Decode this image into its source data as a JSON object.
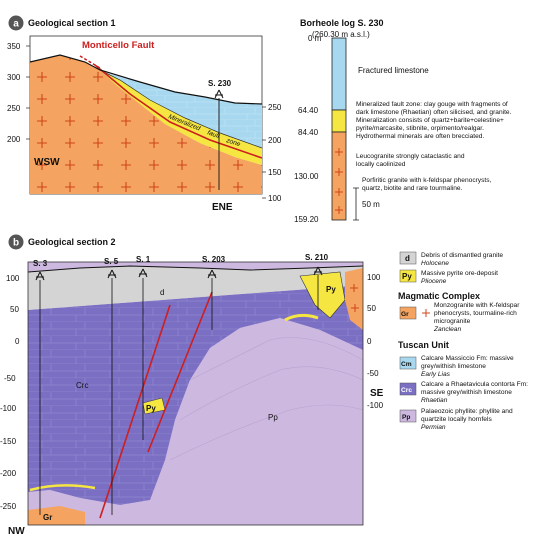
{
  "section_a": {
    "badge": "a",
    "title": "Geological section 1",
    "fault_label": "Monticello Fault",
    "zone_label_1": "Mineralized",
    "zone_label_2": "fault",
    "zone_label_3": "zone",
    "well": "S. 230",
    "left_dir": "WSW",
    "right_dir": "ENE",
    "left_ticks": [
      "350",
      "300",
      "250",
      "200"
    ],
    "right_ticks": [
      "250",
      "200",
      "150",
      "100"
    ]
  },
  "log": {
    "title": "Borheole log S. 230",
    "subtitle": "(260.30 m a.s.l.)",
    "depths": [
      "0 m",
      "64.40",
      "84.40",
      "130.00",
      "159.20"
    ],
    "scale": "50 m",
    "desc": {
      "fractured": "Fractured limestone",
      "mineralized": [
        "Mineralized fault zone: clay gouge with fragments of",
        "dark limestone (Rhaetian) often silicised, and granite.",
        "Mineralization consists of quartz+barite+celestine+",
        "pyrite/marcasite, stibnite, orpimento/realgar.",
        "Hydrothermal minerals are often brecciated."
      ],
      "leucogranite": [
        "Leucogranite strongly cataclastic and",
        "locally caolinized"
      ],
      "porfiritic": [
        "Porfiritic granite with k-feldspar phenocrysts,",
        "quartz, biotite and rare tourmaline."
      ]
    }
  },
  "section_b": {
    "badge": "b",
    "title": "Geological section 2",
    "wells": [
      "S. 3",
      "S. 5",
      "S. 1",
      "S. 203",
      "S. 210"
    ],
    "left_dir": "NW",
    "right_dir": "SE",
    "left_ticks": [
      "100",
      "50",
      "0",
      "-50",
      "-100",
      "-150",
      "-200",
      "-250"
    ],
    "right_ticks": [
      "100",
      "50",
      "0",
      "-50",
      "-100"
    ],
    "unit_labels": {
      "d": "d",
      "py": "Py",
      "crc": "Crc",
      "pp": "Pp",
      "gr": "Gr"
    }
  },
  "legend": {
    "d_code": "d",
    "d_text": "Debris of dismantled granite",
    "d_age": "Holocene",
    "py_code": "Py",
    "py_text": "Massive pyrite ore-deposit",
    "py_age": "Pliocene",
    "magmatic_title": "Magmatic Complex",
    "gr_code": "Gr",
    "gr_text": [
      "Monzogranite with K-feldspar",
      "phenocrysts, tourmaline-rich",
      "microgranite"
    ],
    "gr_age": "Zanclean",
    "tuscan_title": "Tuscan Unit",
    "cm_code": "Cm",
    "cm_text": [
      "Calcare Massiccio Fm: massive",
      "grey/withish limestone"
    ],
    "cm_age": "Early Lias",
    "crc_code": "Crc",
    "crc_text": [
      "Calcare a Rhaetavicula contorta Fm:",
      "massive grey/withish limestone"
    ],
    "crc_age": "Rhaetian",
    "pp_code": "Pp",
    "pp_text": [
      "Palaeozoic phyllite: phyllite and",
      "quartzite locally hornfels"
    ],
    "pp_age": "Permian"
  },
  "colors": {
    "granite": "#f4a460",
    "cross": "#d0451b",
    "pyrite": "#f5e642",
    "limestone_light": "#a8d8f0",
    "limestone_dark": "#7b6fc4",
    "phyllite": "#cdb8e0",
    "debris": "#d4d4d4",
    "fault": "#cc1f1f"
  }
}
